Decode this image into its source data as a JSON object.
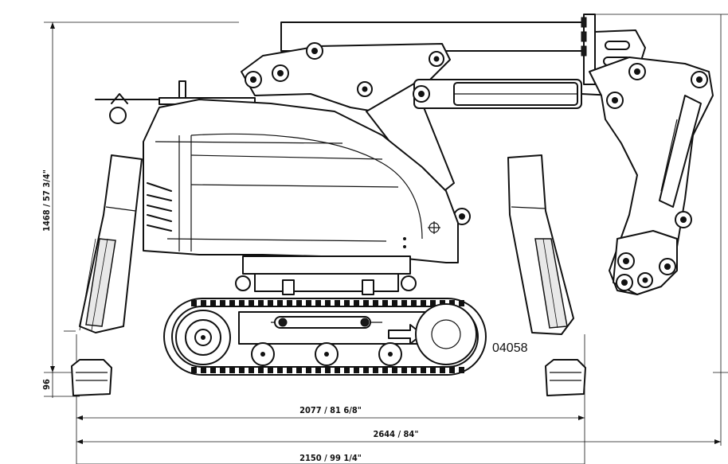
{
  "figure_code": "04058",
  "dimensions": {
    "height": "1468 / 57 3/4\"",
    "ground_clearance": "96",
    "track_length": "2077 / 81 6/8\"",
    "total_length": "2644 / 84\"",
    "outrigger_width": "2150 / 99 1/4\""
  }
}
